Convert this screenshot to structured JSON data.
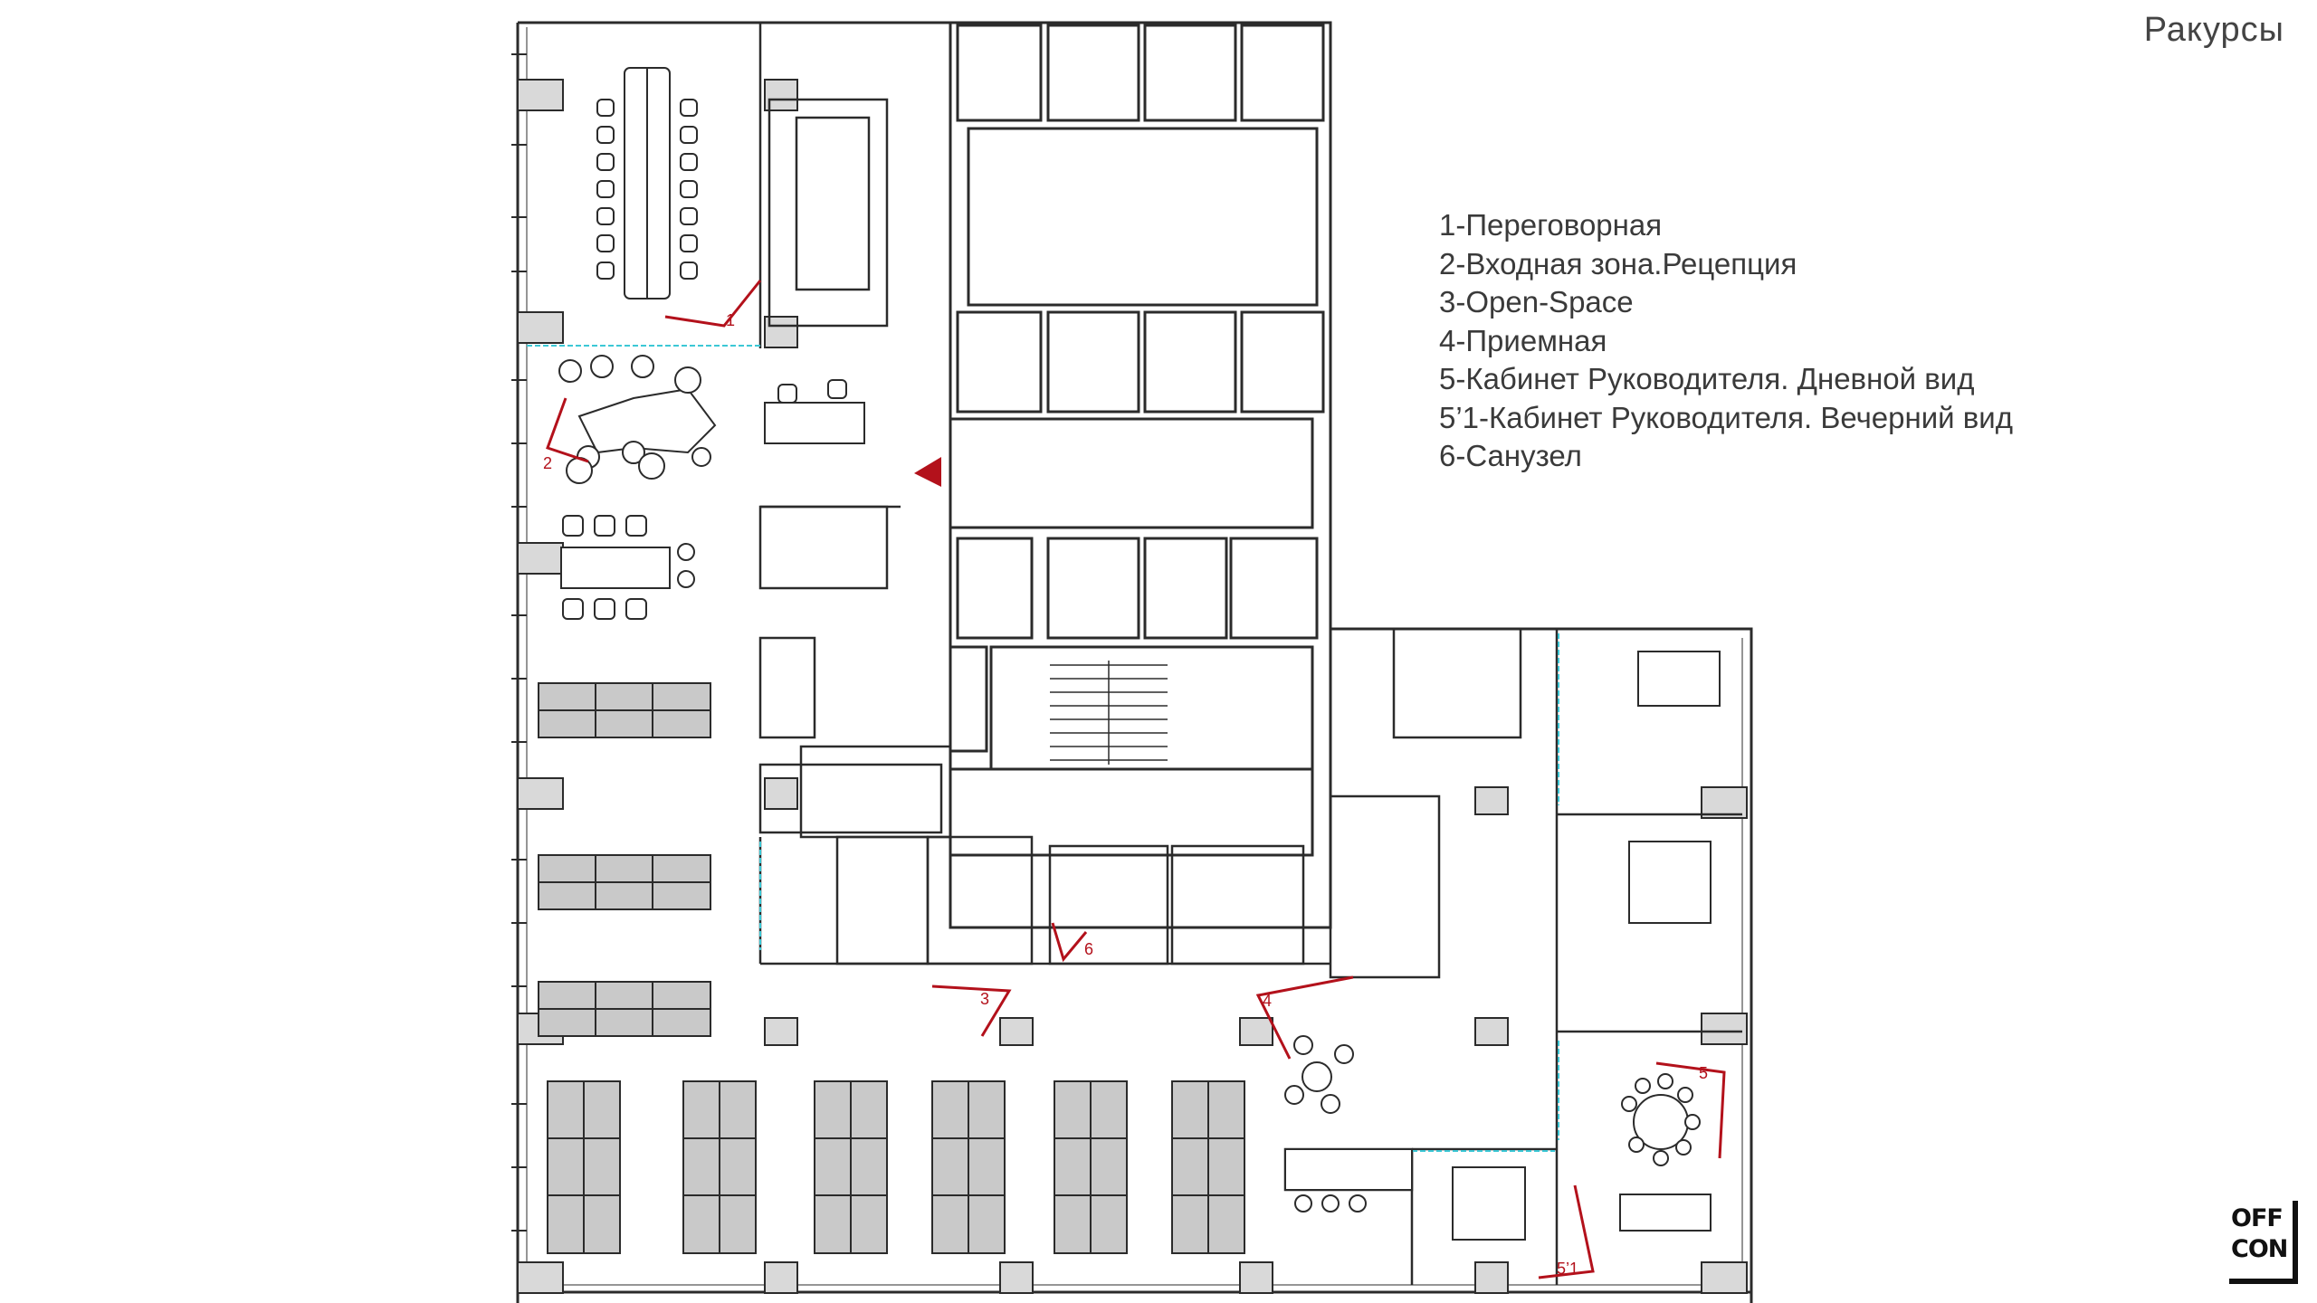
{
  "header": {
    "title": "Ракурсы"
  },
  "legend": {
    "items": [
      "1-Переговорная",
      "2-Входная зона.Рецепция",
      "3-Open-Space",
      "4-Приемная",
      "5-Кабинет Руководителя. Дневной вид",
      "5’1-Кабинет Руководителя. Вечерний вид",
      "6-Санузел"
    ]
  },
  "viewpoints": {
    "labels": [
      "1",
      "2",
      "3",
      "4",
      "5",
      "5’1",
      "6"
    ],
    "color": "#b3111b"
  },
  "colors": {
    "wall": "#2b2b2b",
    "desk_fill": "#c9c9c9",
    "glass": "#3cc8d6",
    "marker": "#b3111b"
  },
  "logo": {
    "line1": "OFF",
    "line2": "CON"
  }
}
